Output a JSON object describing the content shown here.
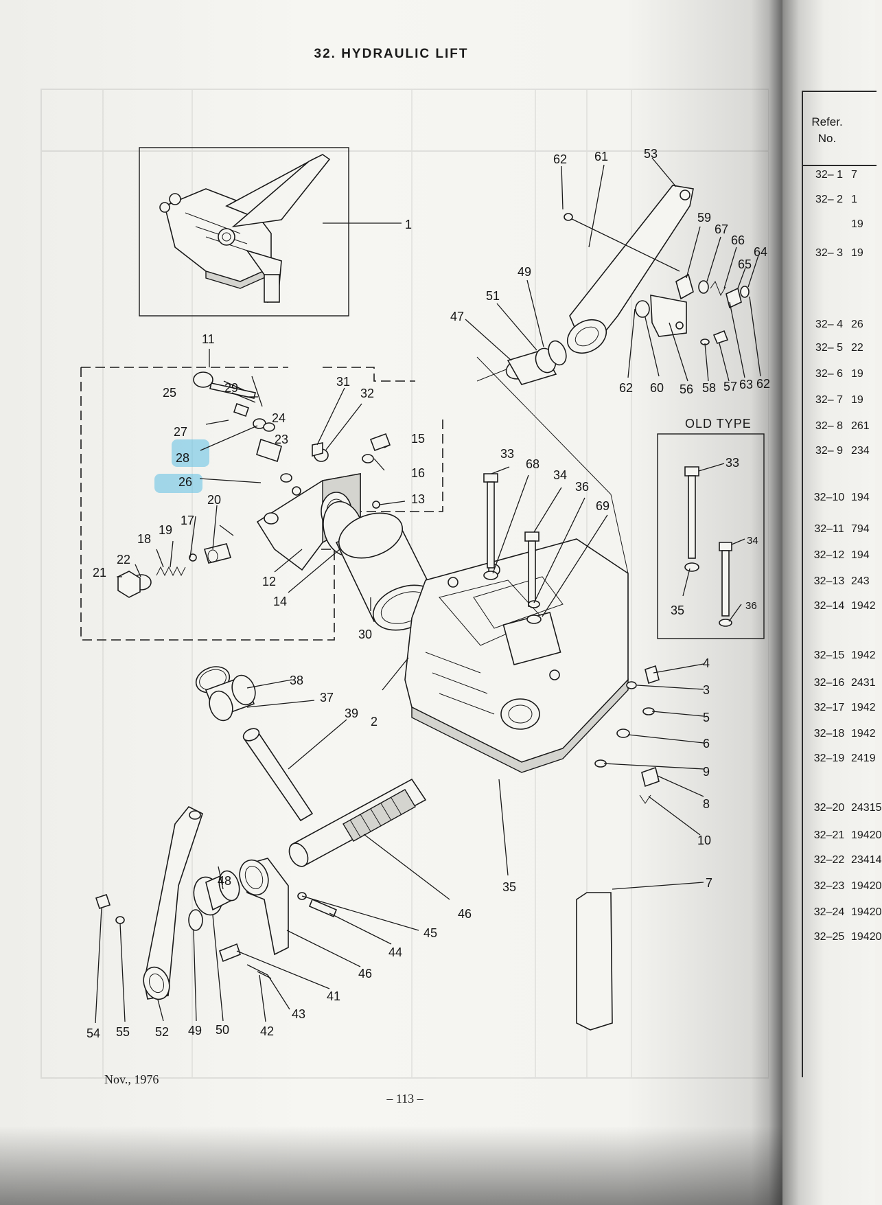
{
  "page": {
    "title": "32. HYDRAULIC LIFT",
    "date": "Nov., 1976",
    "page_number": "– 113 –"
  },
  "diagram": {
    "old_type_label": "OLD TYPE",
    "callouts": [
      {
        "id": "c1",
        "text": "1"
      },
      {
        "id": "c11",
        "text": "11"
      },
      {
        "id": "c29",
        "text": "29"
      },
      {
        "id": "c25",
        "text": "25"
      },
      {
        "id": "c27",
        "text": "27"
      },
      {
        "id": "c24",
        "text": "24"
      },
      {
        "id": "c23",
        "text": "23"
      },
      {
        "id": "c28",
        "text": "28"
      },
      {
        "id": "c26",
        "text": "26"
      },
      {
        "id": "c20",
        "text": "20"
      },
      {
        "id": "c17",
        "text": "17"
      },
      {
        "id": "c19",
        "text": "19"
      },
      {
        "id": "c18",
        "text": "18"
      },
      {
        "id": "c22",
        "text": "22"
      },
      {
        "id": "c21",
        "text": "21"
      },
      {
        "id": "c31",
        "text": "31"
      },
      {
        "id": "c32",
        "text": "32"
      },
      {
        "id": "c15",
        "text": "15"
      },
      {
        "id": "c16",
        "text": "16"
      },
      {
        "id": "c13",
        "text": "13"
      },
      {
        "id": "c12",
        "text": "12"
      },
      {
        "id": "c14",
        "text": "14"
      },
      {
        "id": "c30",
        "text": "30"
      },
      {
        "id": "c62a",
        "text": "62"
      },
      {
        "id": "c61",
        "text": "61"
      },
      {
        "id": "c53",
        "text": "53"
      },
      {
        "id": "c59",
        "text": "59"
      },
      {
        "id": "c67",
        "text": "67"
      },
      {
        "id": "c66",
        "text": "66"
      },
      {
        "id": "c64",
        "text": "64"
      },
      {
        "id": "c65",
        "text": "65"
      },
      {
        "id": "c49a",
        "text": "49"
      },
      {
        "id": "c51",
        "text": "51"
      },
      {
        "id": "c47",
        "text": "47"
      },
      {
        "id": "c62b",
        "text": "62"
      },
      {
        "id": "c60",
        "text": "60"
      },
      {
        "id": "c56",
        "text": "56"
      },
      {
        "id": "c58",
        "text": "58"
      },
      {
        "id": "c57",
        "text": "57"
      },
      {
        "id": "c63",
        "text": "63"
      },
      {
        "id": "c62c",
        "text": "62"
      },
      {
        "id": "c33a",
        "text": "33"
      },
      {
        "id": "c68",
        "text": "68"
      },
      {
        "id": "c34a",
        "text": "34"
      },
      {
        "id": "c36a",
        "text": "36"
      },
      {
        "id": "c69",
        "text": "69"
      },
      {
        "id": "c33b",
        "text": "33"
      },
      {
        "id": "c34b",
        "text": "34"
      },
      {
        "id": "c35b",
        "text": "35"
      },
      {
        "id": "c36b",
        "text": "36"
      },
      {
        "id": "c4",
        "text": "4"
      },
      {
        "id": "c3",
        "text": "3"
      },
      {
        "id": "c5",
        "text": "5"
      },
      {
        "id": "c6",
        "text": "6"
      },
      {
        "id": "c9",
        "text": "9"
      },
      {
        "id": "c8",
        "text": "8"
      },
      {
        "id": "c10",
        "text": "10"
      },
      {
        "id": "c7",
        "text": "7"
      },
      {
        "id": "c38",
        "text": "38"
      },
      {
        "id": "c37",
        "text": "37"
      },
      {
        "id": "c39",
        "text": "39"
      },
      {
        "id": "c2",
        "text": "2"
      },
      {
        "id": "c35a",
        "text": "35"
      },
      {
        "id": "c46a",
        "text": "46"
      },
      {
        "id": "c45",
        "text": "45"
      },
      {
        "id": "c44",
        "text": "44"
      },
      {
        "id": "c46b",
        "text": "46"
      },
      {
        "id": "c41",
        "text": "41"
      },
      {
        "id": "c43",
        "text": "43"
      },
      {
        "id": "c42",
        "text": "42"
      },
      {
        "id": "c48",
        "text": "48"
      },
      {
        "id": "c54",
        "text": "54"
      },
      {
        "id": "c55",
        "text": "55"
      },
      {
        "id": "c52",
        "text": "52"
      },
      {
        "id": "c49b",
        "text": "49"
      },
      {
        "id": "c50",
        "text": "50"
      }
    ]
  },
  "right_page": {
    "header_line1": "Refer.",
    "header_line2": "No.",
    "rows": [
      {
        "ref": "32– 1",
        "code": "7"
      },
      {
        "ref": "32– 2",
        "code": "1"
      },
      {
        "ref": "",
        "code": "19"
      },
      {
        "ref": "32– 3",
        "code": "19"
      },
      {
        "ref": "32– 4",
        "code": "26"
      },
      {
        "ref": "32– 5",
        "code": "22"
      },
      {
        "ref": "32– 6",
        "code": "19"
      },
      {
        "ref": "32– 7",
        "code": "19"
      },
      {
        "ref": "32– 8",
        "code": "261"
      },
      {
        "ref": "32– 9",
        "code": "234"
      },
      {
        "ref": "32–10",
        "code": "194"
      },
      {
        "ref": "32–11",
        "code": "794"
      },
      {
        "ref": "32–12",
        "code": "194"
      },
      {
        "ref": "32–13",
        "code": "243"
      },
      {
        "ref": "32–14",
        "code": "1942"
      },
      {
        "ref": "32–15",
        "code": "1942"
      },
      {
        "ref": "32–16",
        "code": "2431"
      },
      {
        "ref": "32–17",
        "code": "1942"
      },
      {
        "ref": "32–18",
        "code": "1942"
      },
      {
        "ref": "32–19",
        "code": "2419"
      },
      {
        "ref": "32–20",
        "code": "24315"
      },
      {
        "ref": "32–21",
        "code": "19420"
      },
      {
        "ref": "32–22",
        "code": "23414"
      },
      {
        "ref": "32–23",
        "code": "19420"
      },
      {
        "ref": "32–24",
        "code": "19420"
      },
      {
        "ref": "32–25",
        "code": "19420"
      }
    ]
  }
}
